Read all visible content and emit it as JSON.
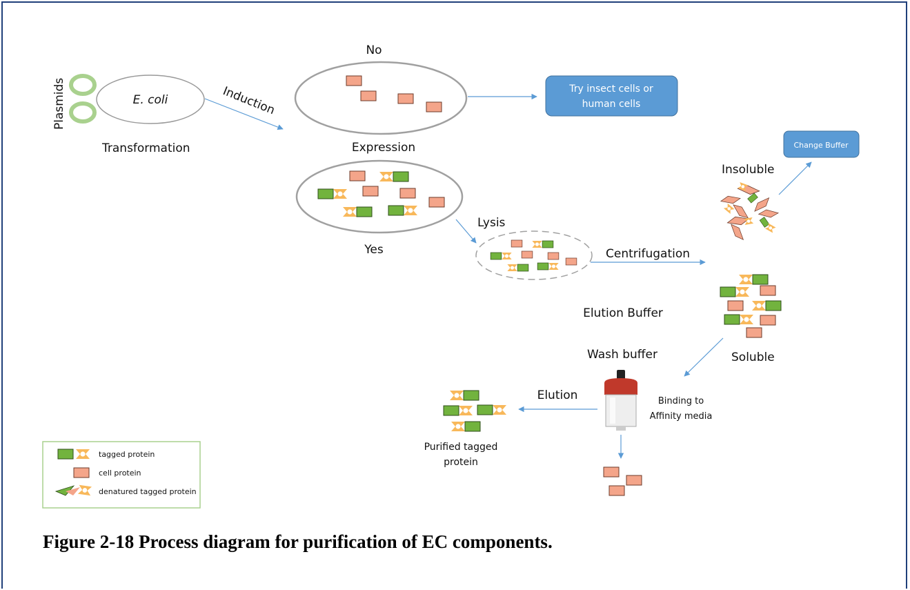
{
  "labels": {
    "plasmids": "Plasmids",
    "ecoli": "E. coli",
    "transformation": "Transformation",
    "induction": "Induction",
    "no": "No",
    "expression": "Expression",
    "yes": "Yes",
    "lysis": "Lysis",
    "centrifugation": "Centrifugation",
    "insoluble": "Insoluble",
    "soluble": "Soluble",
    "elution_buffer": "Elution Buffer",
    "wash_buffer": "Wash buffer",
    "binding_line1": "Binding to",
    "binding_line2": "Affinity media",
    "elution": "Elution",
    "purified_line1": "Purified  tagged",
    "purified_line2": "protein"
  },
  "boxes": {
    "insect_line1": "Try insect cells or",
    "insect_line2": "human cells",
    "change_buffer": "Change Buffer"
  },
  "legend": {
    "tagged": "tagged protein",
    "cell": "cell protein",
    "denatured": "denatured tagged protein"
  },
  "caption": "Figure 2-18 Process diagram for purification of EC components.",
  "colors": {
    "cell_protein": "#f4a58a",
    "tag_green": "#72b33e",
    "tag_orange": "#f8b85a",
    "box_blue": "#5b9bd5",
    "arrow": "#5b9bd5",
    "plasmid_green": "#a9d18e",
    "column_cap": "#c0392b"
  }
}
